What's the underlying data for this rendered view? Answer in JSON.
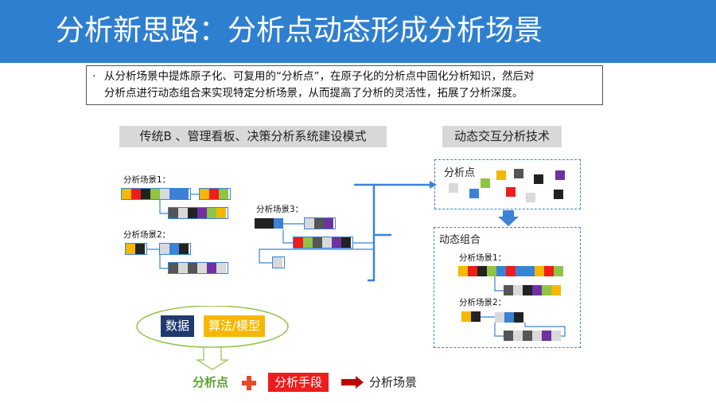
{
  "title": "分析新思路：分析点动态形成分析场景",
  "description": {
    "bullet": "·",
    "line1": "从分析场景中提炼原子化、可复用的“分析点”，在原子化的分析点中固化分析知识，然后对",
    "line2": "分析点进行动态组合来实现特定分析场景，从而提高了分析的灵活性，拓展了分析深度。"
  },
  "left_header": "传统B 、管理看板、决策分析系统建设模式",
  "right_header": "动态交互分析技术",
  "scenes": {
    "s1": "分析场景1：",
    "s2": "分析场景2：",
    "s3": "分析场景3："
  },
  "analysis_points_label": "分析点",
  "dynamic_combo_label": "动态组合",
  "data_label": "数据",
  "algorithm_label": "算法/模型",
  "bottom": {
    "analysis_point": "分析点",
    "plus": "+",
    "analysis_means": "分析手段",
    "analysis_scene": "分析场景"
  },
  "colors": {
    "title_bar": "#2f7fd0",
    "blue_line": "#3b82d6",
    "data_bg": "#1f3a6e",
    "algorithm_bg": "#f5b800",
    "ellipse": "#8fc444",
    "plus": "#e34b2a",
    "means_bg": "#ee1c1c",
    "arrow": "#c00000",
    "header_bg": "#d8d8d8"
  }
}
